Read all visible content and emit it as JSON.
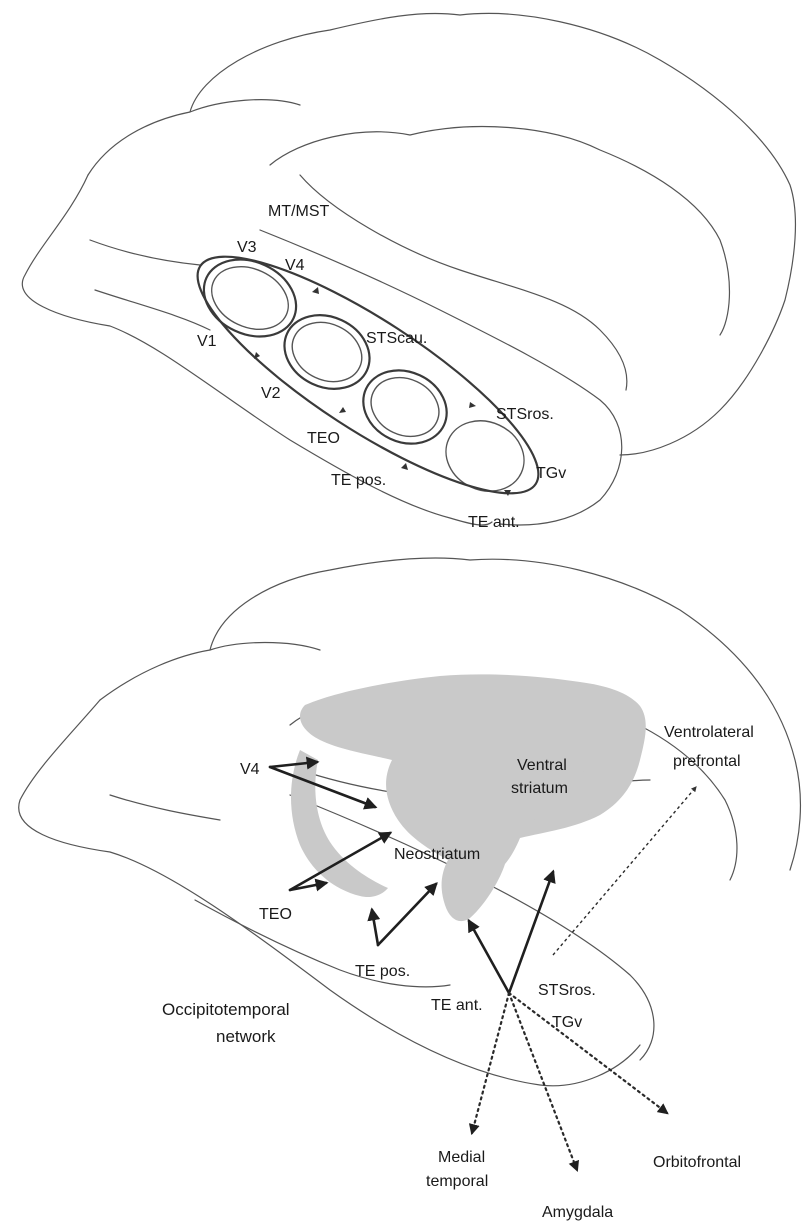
{
  "top_panel": {
    "labels": {
      "mt_mst": "MT/MST",
      "v3": "V3",
      "v4": "V4",
      "v1": "V1",
      "v2": "V2",
      "stscau": "STScau.",
      "stsros": "STSros.",
      "teo": "TEO",
      "te_pos": "TE pos.",
      "tgv": "TGv",
      "te_ant": "TE ant."
    }
  },
  "bottom_panel": {
    "labels": {
      "v4": "V4",
      "ventral_striatum_line1": "Ventral",
      "ventral_striatum_line2": "striatum",
      "neostriatum": "Neostriatum",
      "ventrolateral_line1": "Ventrolateral",
      "ventrolateral_line2": "prefrontal",
      "teo": "TEO",
      "te_pos": "TE pos.",
      "te_ant": "TE ant.",
      "stsros": "STSros.",
      "tgv": "TGv",
      "network_line1": "Occipitotemporal",
      "network_line2": "network",
      "medial_temporal_line1": "Medial",
      "medial_temporal_line2": "temporal",
      "amygdala": "Amygdala",
      "orbitofrontal": "Orbitofrontal"
    }
  }
}
